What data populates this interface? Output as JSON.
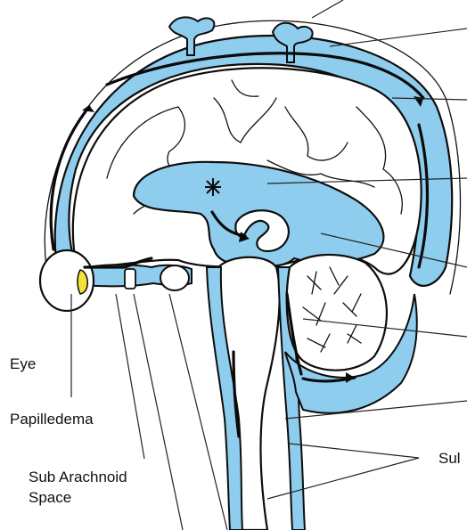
{
  "labels": {
    "eye": "Eye",
    "papilledema": "Papilledema",
    "sub_arachnoid_line1": "Sub Arachnoid",
    "sub_arachnoid_line2": "Space",
    "right_partial": "Sul"
  },
  "colors": {
    "csf": "#8fcdef",
    "csf_dark": "#6fbbe6",
    "papilledema": "#f2e23a",
    "outline": "#0d0d0d",
    "background": "#ffffff"
  }
}
